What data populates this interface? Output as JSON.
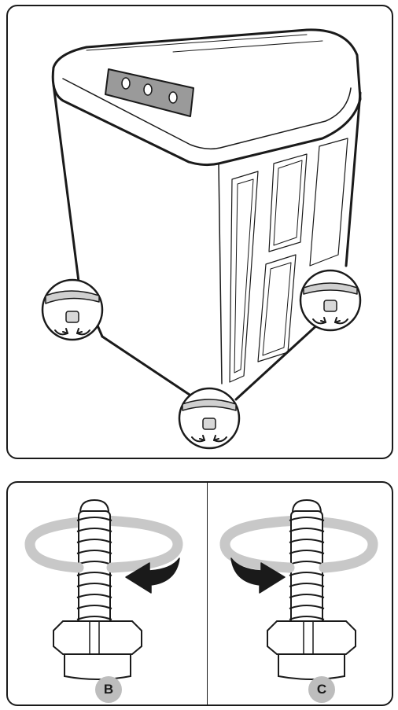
{
  "labels": {
    "b": "B",
    "c": "C"
  },
  "colors": {
    "outline": "#1a1a1a",
    "ring": "#c8c8c8",
    "badge": "#bdbdbd",
    "background": "#ffffff"
  },
  "icons": {
    "washer": "washing-machine-illustration",
    "leveling_foot": "leveling-foot-icon",
    "rotate_arrow": "rotate-arrow-icon"
  }
}
